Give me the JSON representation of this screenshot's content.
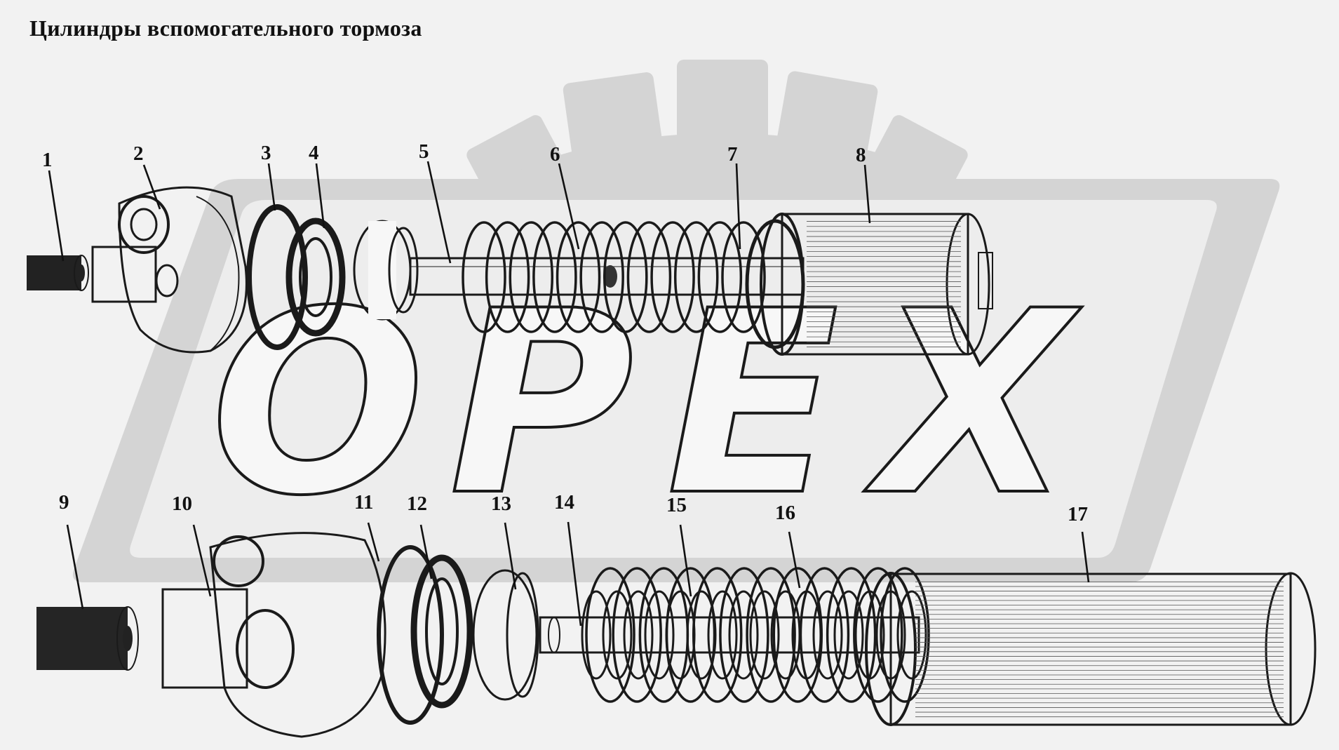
{
  "title": "Цилиндры вспомогательного тормоза",
  "watermark": {
    "text": "OPEX",
    "letters": [
      "O",
      "P",
      "E",
      "X"
    ],
    "color": "#d4d4d4"
  },
  "callouts": [
    "1",
    "2",
    "3",
    "4",
    "5",
    "6",
    "7",
    "8",
    "9",
    "10",
    "11",
    "12",
    "13",
    "14",
    "15",
    "16",
    "17"
  ],
  "colors": {
    "background": "#f2f2f2",
    "ink": "#111111",
    "watermark": "#d4d4d4"
  }
}
